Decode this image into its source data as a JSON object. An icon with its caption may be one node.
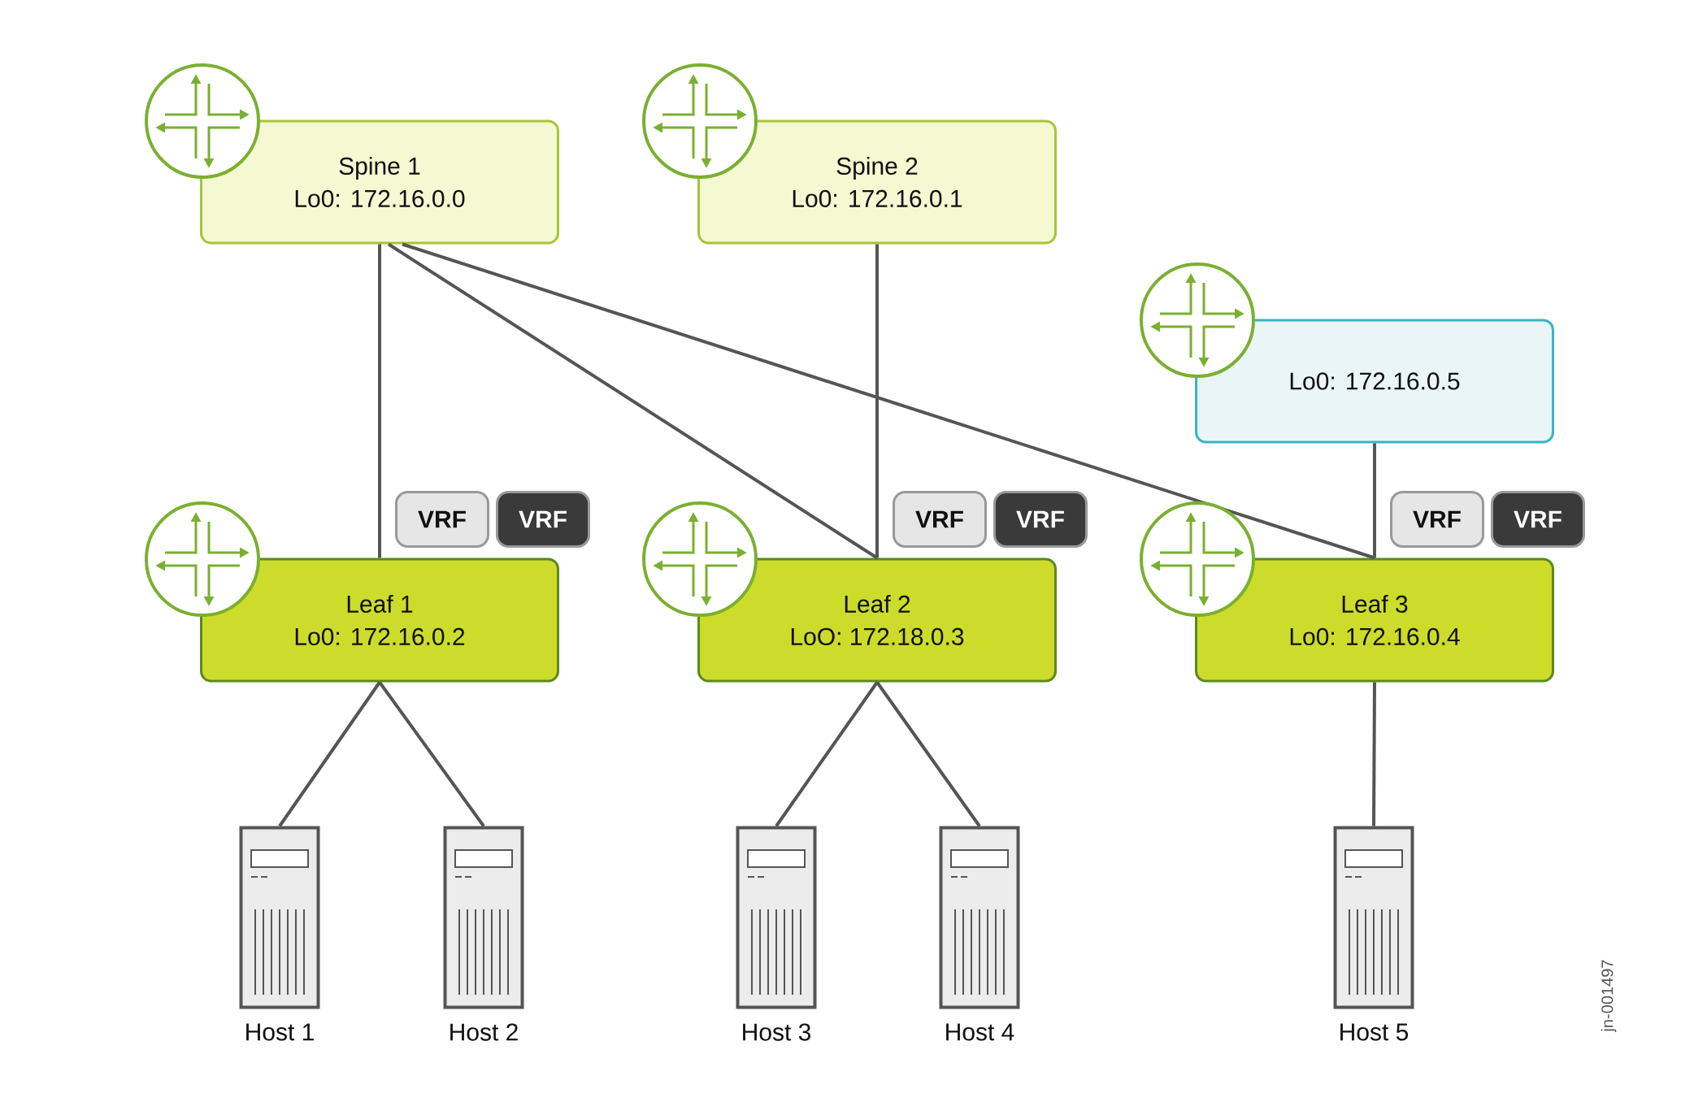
{
  "diagram": {
    "nodes": [
      {
        "text": [
          "Spine 1",
          "Lo0: 172.16.0.0"
        ]
      },
      {
        "text": [
          "Spine 2",
          "Lo0: 172.16.0.1"
        ]
      },
      {
        "text": [
          "Lo0: 172.16.0.5"
        ]
      },
      {
        "text": [
          "VRF"
        ]
      },
      {
        "text": [
          "VRF"
        ]
      },
      {
        "text": [
          "Leaf 1",
          "Lo0: 172.16.0.2"
        ]
      },
      {
        "text": [
          "VRF"
        ]
      },
      {
        "text": [
          "VRF"
        ]
      },
      {
        "text": [
          "Leaf 2",
          "LoO: 172.18.0.3"
        ]
      },
      {
        "text": [
          "VRF"
        ]
      },
      {
        "text": [
          "VRF"
        ]
      },
      {
        "text": [
          "Leaf 3",
          "Lo0: 172.16.0.4"
        ]
      },
      {
        "text": [
          "Host 1"
        ]
      },
      {
        "text": [
          "Host 2"
        ]
      },
      {
        "text": [
          "Host 3"
        ]
      },
      {
        "text": [
          "Host 4"
        ]
      },
      {
        "text": [
          "Host 5"
        ]
      }
    ],
    "edges": [
      {
        "from": 0,
        "to": 5,
        "arrow": "none"
      },
      {
        "from": 0,
        "to": 8,
        "arrow": "none"
      },
      {
        "from": 0,
        "to": 11,
        "arrow": "none"
      },
      {
        "from": 1,
        "to": 8,
        "arrow": "none"
      },
      {
        "from": 2,
        "to": 11,
        "arrow": "none"
      },
      {
        "from": 5,
        "to": 12,
        "arrow": "none"
      },
      {
        "from": 5,
        "to": 13,
        "arrow": "none"
      },
      {
        "from": 8,
        "to": 14,
        "arrow": "none"
      },
      {
        "from": 8,
        "to": 15,
        "arrow": "none"
      },
      {
        "from": 11,
        "to": 16,
        "arrow": "none"
      }
    ],
    "labels": [
      "jn-001497"
    ]
  }
}
